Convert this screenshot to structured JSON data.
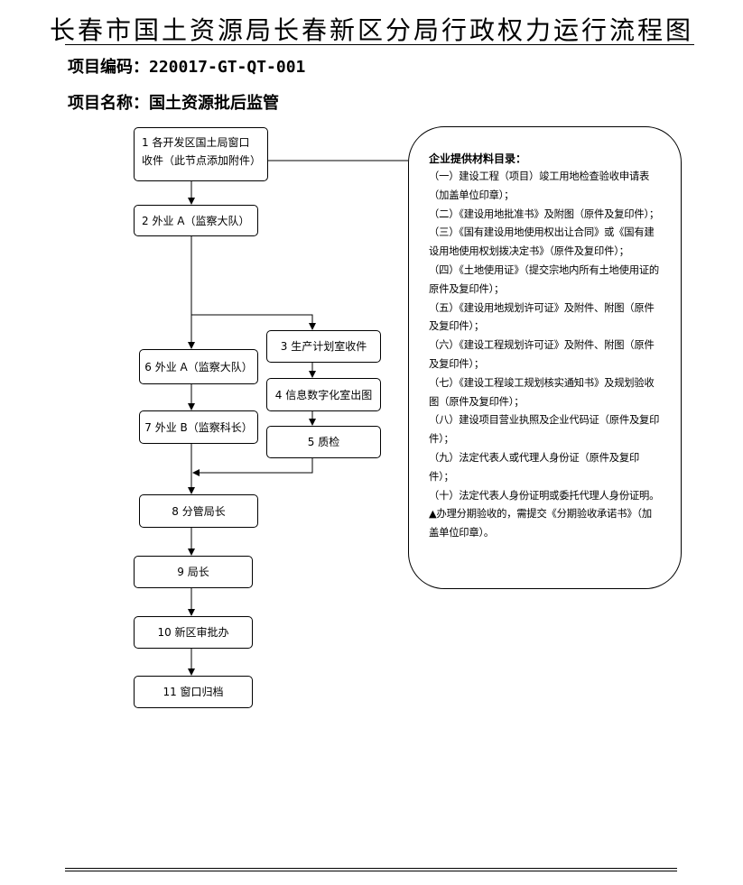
{
  "header": {
    "title": "长春市国土资源局长春新区分局行政权力运行流程图",
    "project_code_label": "项目编码：",
    "project_code": "220017-GT-QT-001",
    "project_name_label": "项目名称：",
    "project_name": "国土资源批后监管"
  },
  "flow": {
    "steps": [
      {
        "id": "s1",
        "text": "1 各开发区国土局窗口收件（此节点添加附件）"
      },
      {
        "id": "s2",
        "text": "2 外业 A（监察大队）"
      },
      {
        "id": "s3",
        "text": "3 生产计划室收件"
      },
      {
        "id": "s4",
        "text": "4 信息数字化室出图"
      },
      {
        "id": "s5",
        "text": "5 质检"
      },
      {
        "id": "s6",
        "text": "6 外业 A（监察大队）"
      },
      {
        "id": "s7",
        "text": "7 外业 B（监察科长）"
      },
      {
        "id": "s8",
        "text": "8 分管局长"
      },
      {
        "id": "s9",
        "text": "9 局长"
      },
      {
        "id": "s10",
        "text": "10 新区审批办"
      },
      {
        "id": "s11",
        "text": "11 窗口归档"
      }
    ],
    "edges": [
      [
        "s1",
        "s2"
      ],
      [
        "s2",
        "s6"
      ],
      [
        "s2",
        "s3"
      ],
      [
        "s3",
        "s4"
      ],
      [
        "s4",
        "s5"
      ],
      [
        "s6",
        "s7"
      ],
      [
        "s7",
        "s8"
      ],
      [
        "s5",
        "s8"
      ],
      [
        "s8",
        "s9"
      ],
      [
        "s9",
        "s10"
      ],
      [
        "s10",
        "s11"
      ]
    ]
  },
  "materials": {
    "title": "企业提供材料目录：",
    "items": [
      "（一）建设工程（项目）竣工用地检查验收申请表（加盖单位印章）；",
      "（二）《建设用地批准书》及附图（原件及复印件）；",
      "（三）《国有建设用地使用权出让合同》或《国有建设用地使用权划拨决定书》（原件及复印件）；",
      "（四）《土地使用证》（提交宗地内所有土地使用证的原件及复印件）；",
      "（五）《建设用地规划许可证》及附件、附图（原件及复印件）；",
      "（六）《建设工程规划许可证》及附件、附图（原件及复印件）；",
      "（七）《建设工程竣工规划核实通知书》及规划验收图（原件及复印件）；",
      "（八）建设项目营业执照及企业代码证（原件及复印件）；",
      "（九）法定代表人或代理人身份证（原件及复印件）；",
      "（十）法定代表人身份证明或委托代理人身份证明。",
      "▲办理分期验收的，需提交《分期验收承诺书》（加盖单位印章）。"
    ]
  }
}
